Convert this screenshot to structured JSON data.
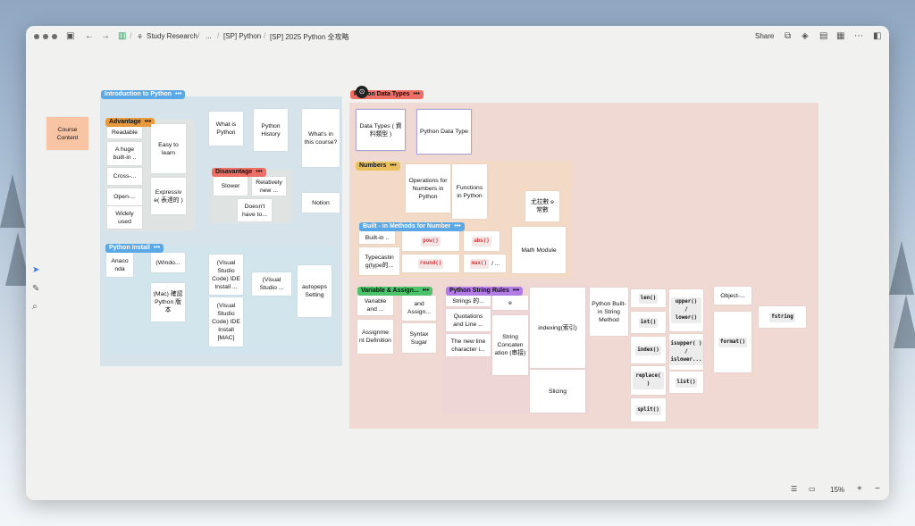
{
  "app": {
    "breadcrumb": [
      "Study Research",
      "...",
      "[SP] Python",
      "[SP] 2025 Python 全攻略"
    ],
    "share_label": "Share",
    "zoom": "15%",
    "zoom_in": "+",
    "zoom_out": "−",
    "more_glyph": "•••"
  },
  "frames": {
    "intro": "Introduction to Python",
    "advantage": "Advantage",
    "disadvantage": "Disavantage",
    "install": "Python Install",
    "types": "Python Data Types",
    "numbers": "Numbers",
    "builtin": "Built - in Methods for Number",
    "variable": "Variable & Assign...",
    "strings": "Python String Rules"
  },
  "cards": {
    "course_content": "Course Content",
    "readable": "Readable",
    "huge_builtin": "A huge built-in ..",
    "cross": "Cross-...",
    "open": "Open-...",
    "widely": "Widely used",
    "easy": "Easy to learn",
    "expressive": "Expressiv e( 表達的 )",
    "what_is": "What is Python",
    "history": "Python History",
    "whats_course": "What's in this course?",
    "notion": "Notion",
    "slower": "Slower",
    "rel_new": "Relatively new ...",
    "doesnt": "Doesn't have to...",
    "anaconda": "Anaco nda",
    "windows": "(Windo...",
    "mac_confirm": "(Mac) 確認Python 版本",
    "vscode_install": "(Visual Studio Code) IDE Install ...",
    "vscode_mac": "(Visual Studio Code) IDE Install [MAC]",
    "vscode_short": "(Visual Studio ...",
    "autopep": "autopeps Setting",
    "data_types_cn": "Data Types ( 資料類型 )",
    "py_data_type": "Python Data Type",
    "ops_numbers": "Operations for Numbers in Python",
    "funcs": "Functions in Python",
    "euler": "尤拉數 e 常數",
    "math": "Math Module",
    "builtin_in": "Built-in ..",
    "pow": "pow()",
    "abs": "abs()",
    "typecast": "Typecastin g(type的...",
    "round": "round()",
    "max": "max()",
    "max_suffix": "/ ...",
    "variable_and": "Variable and ...",
    "and_assign": "and Assign...",
    "assign_def": "Assignme nt Definition",
    "syntax": "Syntax Sugar",
    "strings_p": "Strings 的...",
    "e_card": "e",
    "quotations": "Quotations and Line ...",
    "newline": "The new line character i...",
    "concat": "String Concaten ation (串接)",
    "indexing": "indexing(索引)",
    "slicing": "Slicing",
    "builtin_string": "Python Built-in String Method",
    "len": "len()",
    "int": "int()",
    "index": "index()",
    "replace": "replace( )",
    "split": "split()",
    "upper": "upper() / lower()",
    "isupper": "isupper( ) / islower...",
    "list": "list()",
    "object": "Object-...",
    "format": "format()",
    "fstring": "fstring"
  },
  "colors": {
    "intro_frame": "#d6e3ea",
    "types_frame": "#f0d8d3",
    "blue_label": "#5aa8e6",
    "orange_label": "#e89a3c",
    "red_label": "#ee6f66",
    "green_label": "#4cc36a",
    "purple_label": "#b27be6",
    "yellow_label": "#e9c25e",
    "course_card": "#f9c4a4"
  }
}
